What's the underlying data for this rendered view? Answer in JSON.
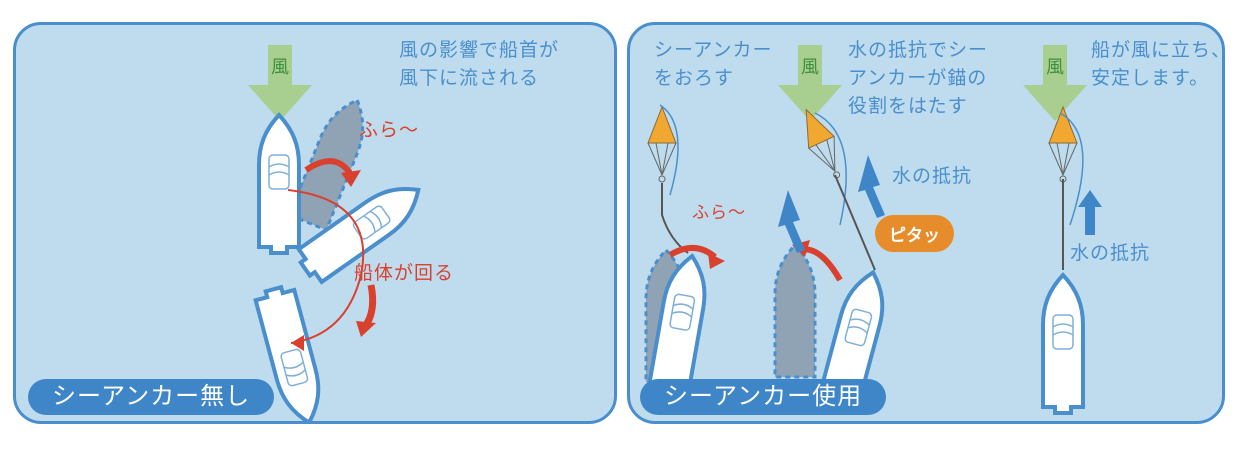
{
  "colors": {
    "panel_bg": "#bfdcef",
    "panel_border": "#4a8fcc",
    "text_blue": "#4a8fcc",
    "text_red": "#d9412e",
    "wind_arrow": "#a8cf8f",
    "wind_text": "#3f8f3f",
    "badge_bg": "#3f86c8",
    "anchor_orange": "#f0a830",
    "bubble_orange": "#e68c2b",
    "ghost_boat": "#8fa3b5"
  },
  "left_panel": {
    "wind_label": "風",
    "caption_line1": "風の影響で船首が",
    "caption_line2": "風下に流される",
    "drift_label": "ふら～",
    "rotate_label": "船体が回る",
    "badge": "シーアンカー無し"
  },
  "right_panel": {
    "step1_line1": "シーアンカー",
    "step1_line2": "をおろす",
    "step1_drift": "ふら～",
    "step2_wind": "風",
    "step2_line1": "水の抵抗でシー",
    "step2_line2": "アンカーが錨の",
    "step2_line3": "役割をはたす",
    "step2_resistance": "水の抵抗",
    "step2_bubble": "ピタッ",
    "step3_wind": "風",
    "step3_line1": "船が風に立ち、",
    "step3_line2": "安定します。",
    "step3_resistance": "水の抵抗",
    "badge": "シーアンカー使用"
  }
}
